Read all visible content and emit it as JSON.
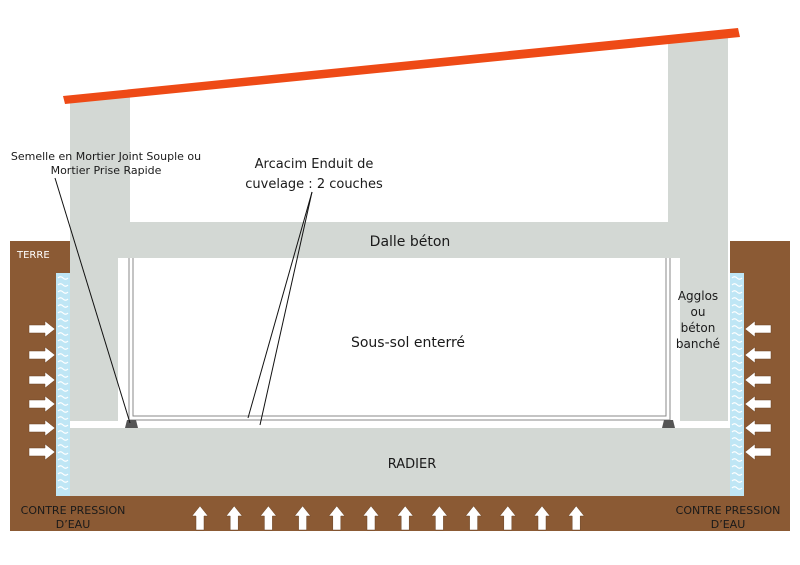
{
  "labels": {
    "semelle_line1": "Semelle en Mortier Joint Souple ou",
    "semelle_line2": "Mortier Prise Rapide",
    "arcacim_line1": "Arcacim Enduit de",
    "arcacim_line2": "cuvelage : 2 couches",
    "dalle": "Dalle béton",
    "soussol": "Sous-sol enterré",
    "agglos_line1": "Agglos",
    "agglos_line2": "ou",
    "agglos_line3": "béton",
    "agglos_line4": "banché",
    "terre": "TERRE",
    "radier": "RADIER",
    "contre_left_line1": "CONTRE PRESSION",
    "contre_left_line2": "D’EAU",
    "contre_right_line1": "CONTRE PRESSION",
    "contre_right_line2": "D’EAU"
  },
  "colors": {
    "earth": "#8B5A34",
    "concrete": "#D3D8D4",
    "roof": "#EE4A16",
    "water": "#BFE6F5",
    "arrow": "#ffffff",
    "seal": "#555555",
    "text": "#1a1a1a"
  }
}
